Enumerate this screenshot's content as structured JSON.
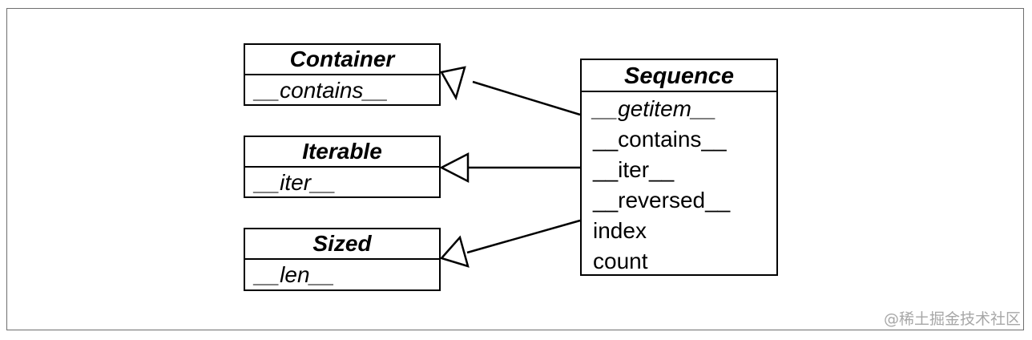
{
  "classes": {
    "container": {
      "name": "Container",
      "methods": [
        "__contains__"
      ]
    },
    "iterable": {
      "name": "Iterable",
      "methods": [
        "__iter__"
      ]
    },
    "sized": {
      "name": "Sized",
      "methods": [
        "__len__"
      ]
    },
    "sequence": {
      "name": "Sequence",
      "methods": [
        "__getitem__",
        "__contains__",
        "__iter__",
        "__reversed__",
        "index",
        "count"
      ]
    }
  },
  "relations": [
    {
      "from": "Sequence",
      "to": "Container",
      "type": "generalization"
    },
    {
      "from": "Sequence",
      "to": "Iterable",
      "type": "generalization"
    },
    {
      "from": "Sequence",
      "to": "Sized",
      "type": "generalization"
    }
  ],
  "watermark": "@稀土掘金技术社区"
}
